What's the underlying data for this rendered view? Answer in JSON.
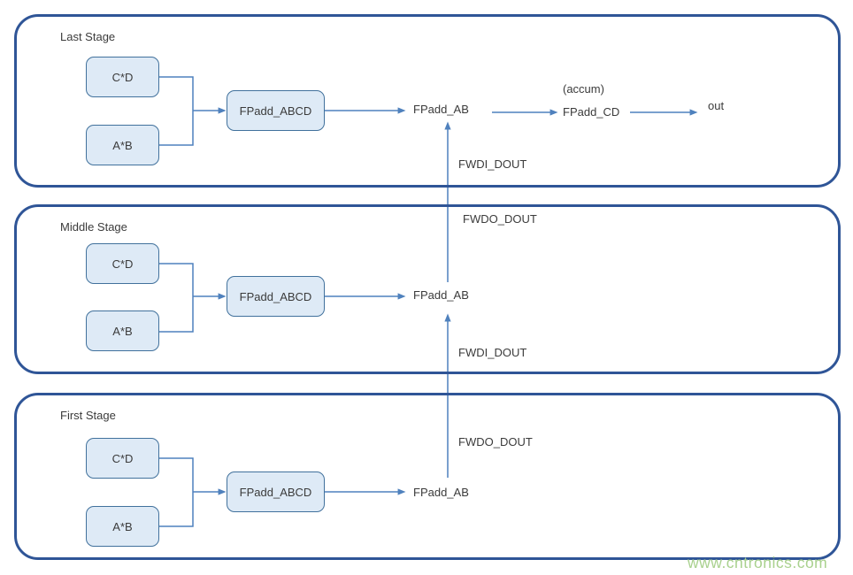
{
  "colors": {
    "stage_border": "#2f5597",
    "box_fill": "#deeaf6",
    "box_border": "#41719c",
    "line": "#4f81bd",
    "text": "#3b3b3b",
    "watermark": "#a9d18e"
  },
  "stages": [
    {
      "title": "Last Stage",
      "mul_top": "C*D",
      "mul_bottom": "A*B",
      "adder": "FPadd_ABCD",
      "fpadd_ab": "FPadd_AB",
      "accum_note": "(accum)",
      "fpadd_cd": "FPadd_CD",
      "out_label": "out",
      "fwdi_label": "FWDI_DOUT"
    },
    {
      "title": "Middle Stage",
      "mul_top": "C*D",
      "mul_bottom": "A*B",
      "adder": "FPadd_ABCD",
      "fpadd_ab": "FPadd_AB",
      "fwdo_label": "FWDO_DOUT",
      "fwdi_label": "FWDI_DOUT"
    },
    {
      "title": "First Stage",
      "mul_top": "C*D",
      "mul_bottom": "A*B",
      "adder": "FPadd_ABCD",
      "fpadd_ab": "FPadd_AB",
      "fwdo_label": "FWDO_DOUT"
    }
  ],
  "watermark": {
    "text": "www.cntronics.com"
  }
}
